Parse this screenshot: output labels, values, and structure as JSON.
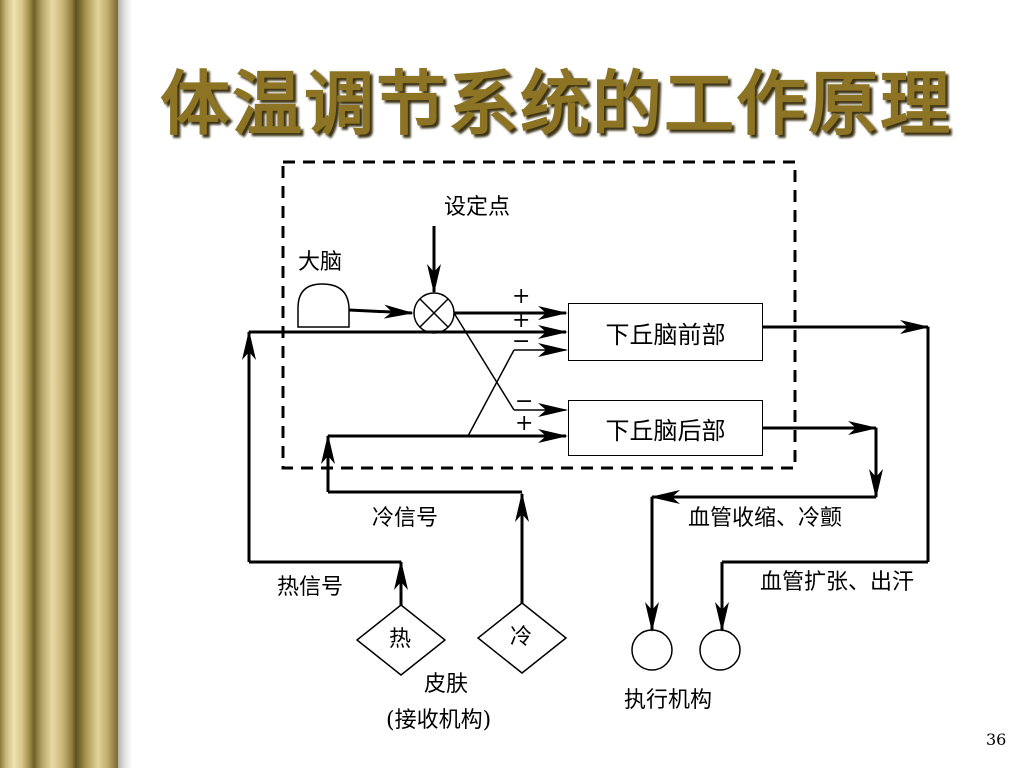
{
  "slide": {
    "title": "体温调节系统的工作原理",
    "page_number": "36"
  },
  "diagram": {
    "set_point": "设定点",
    "cerebrum": "大脑",
    "anterior_hypothalamus": "下丘脑前部",
    "posterior_hypothalamus": "下丘脑后部",
    "signs": {
      "plus1": "+",
      "plus2": "+",
      "minus1": "−",
      "minus2": "−",
      "plus3": "+"
    },
    "cold_signal": "冷信号",
    "heat_signal": "热信号",
    "heat_receptor": "热",
    "cold_receptor": "冷",
    "skin_label": "皮肤",
    "receptor_label": "(接收机构)",
    "vasoconstriction": "血管收缩、冷颤",
    "vasodilation": "血管扩张、出汗",
    "effector_label": "执行机构"
  }
}
